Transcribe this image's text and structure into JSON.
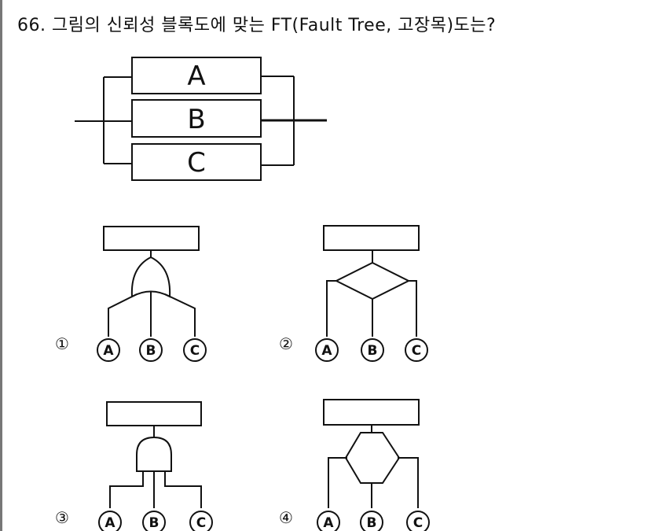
{
  "question": {
    "text": "66. 그림의 신뢰성 블록도에 맞는 FT(Fault Tree, 고장목)도는?"
  },
  "block_diagram": {
    "blocks": [
      "A",
      "B",
      "C"
    ]
  },
  "options": [
    {
      "label": "①",
      "gate": "or-gate-icon",
      "events": [
        "A",
        "B",
        "C"
      ]
    },
    {
      "label": "②",
      "gate": "diamond-gate-icon",
      "events": [
        "A",
        "B",
        "C"
      ]
    },
    {
      "label": "③",
      "gate": "and-gate-icon",
      "events": [
        "A",
        "B",
        "C"
      ]
    },
    {
      "label": "④",
      "gate": "hexagon-gate-icon",
      "events": [
        "A",
        "B",
        "C"
      ]
    }
  ]
}
